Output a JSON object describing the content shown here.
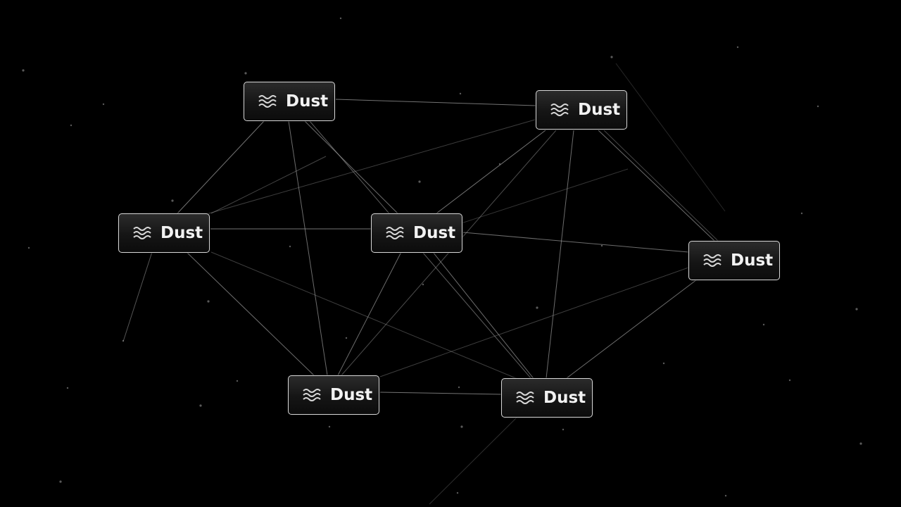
{
  "board": {
    "background_color": "#000000",
    "star_color": "#5a5a5a",
    "line_color": "#9a9a9a"
  },
  "elements": [
    {
      "label": "Dust",
      "icon": "wind-waves-icon"
    },
    {
      "label": "Dust",
      "icon": "wind-waves-icon"
    },
    {
      "label": "Dust",
      "icon": "wind-waves-icon"
    },
    {
      "label": "Dust",
      "icon": "wind-waves-icon"
    },
    {
      "label": "Dust",
      "icon": "wind-waves-icon"
    },
    {
      "label": "Dust",
      "icon": "wind-waves-icon"
    },
    {
      "label": "Dust",
      "icon": "wind-waves-icon"
    }
  ]
}
